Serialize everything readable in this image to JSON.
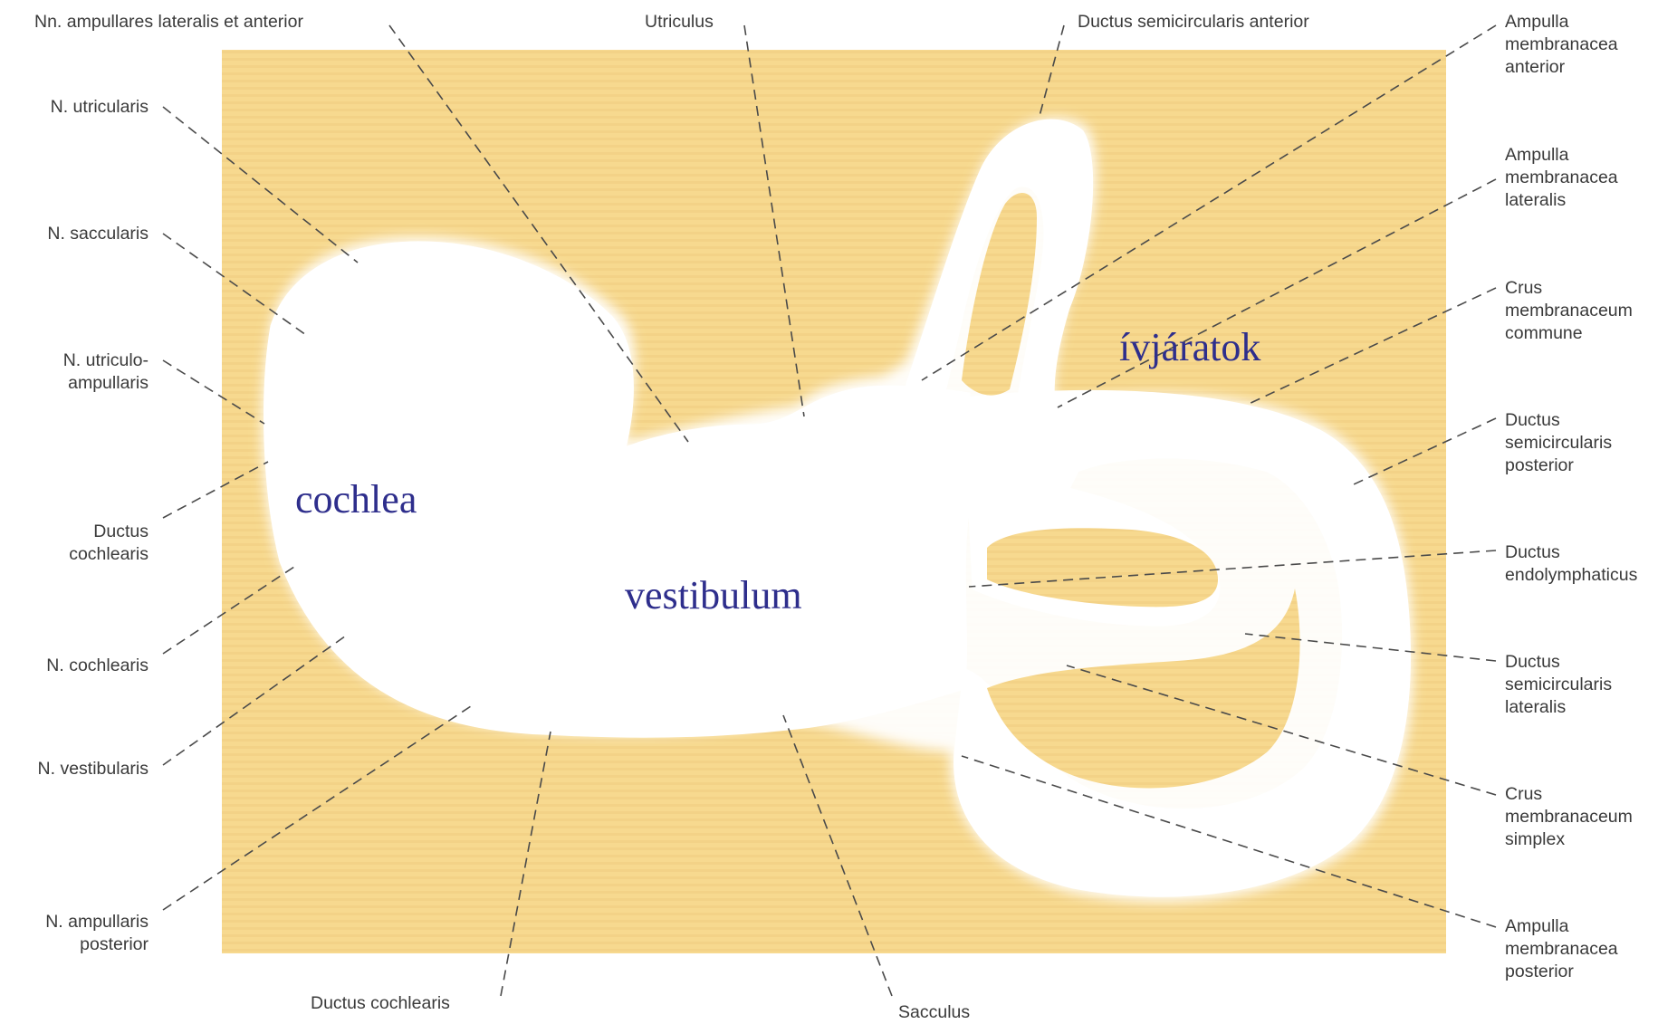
{
  "colors": {
    "background_panel": "#f7d98f",
    "labyrinth_fill": "#ffffff",
    "labyrinth_outline": "#ffffff",
    "overlay_text": "#2e2e8c",
    "label_text": "#3a3a3a",
    "leader_line": "#4a4a4a"
  },
  "overlay_labels": {
    "cochlea": "cochlea",
    "vestibulum": "vestibulum",
    "ivjaratok": "ívjáratok"
  },
  "labels": {
    "nn_ampullares": [
      "Nn. ampullares lateralis et anterior"
    ],
    "utriculus": [
      "Utriculus"
    ],
    "ductus_semicircularis_anterior": [
      "Ductus semicircularis anterior"
    ],
    "n_utricularis": [
      "N. utricularis"
    ],
    "n_saccularis": [
      "N. saccularis"
    ],
    "n_utriculoampullaris": [
      "N. utriculo-",
      "ampullaris"
    ],
    "ductus_cochlearis_left": [
      "Ductus",
      "cochlearis"
    ],
    "n_cochlearis": [
      "N. cochlearis"
    ],
    "n_vestibularis": [
      "N. vestibularis"
    ],
    "n_ampullaris_posterior": [
      "N. ampullaris",
      "posterior"
    ],
    "ductus_cochlearis_bottom": [
      "Ductus cochlearis"
    ],
    "sacculus": [
      "Sacculus"
    ],
    "ampulla_anterior": [
      "Ampulla",
      "membranacea",
      "anterior"
    ],
    "ampulla_lateralis": [
      "Ampulla",
      "membranacea",
      "lateralis"
    ],
    "crus_commune": [
      "Crus",
      "membranaceum",
      "commune"
    ],
    "ductus_semicircularis_posterior": [
      "Ductus",
      "semicircularis",
      "posterior"
    ],
    "ductus_endolymphaticus": [
      "Ductus",
      "endolymphaticus"
    ],
    "ductus_semicircularis_lateralis": [
      "Ductus",
      "semicircularis",
      "lateralis"
    ],
    "crus_simplex": [
      "Crus",
      "membranaceum",
      "simplex"
    ],
    "ampulla_posterior": [
      "Ampulla",
      "membranacea",
      "posterior"
    ]
  }
}
